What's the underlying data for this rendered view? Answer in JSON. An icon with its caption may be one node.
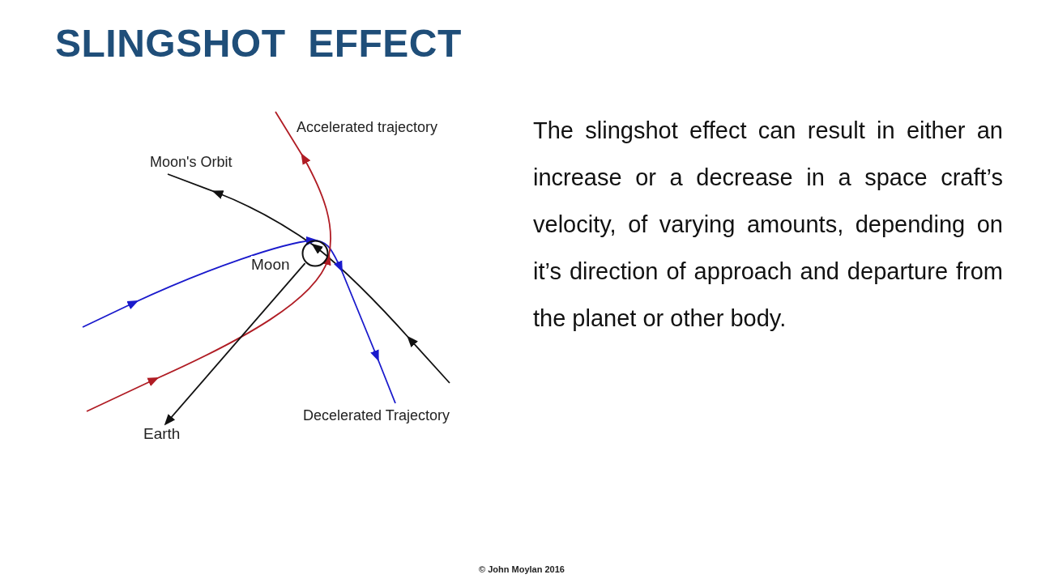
{
  "diagram": {
    "title": "SLINGSHOT  EFFECT",
    "nodes": [
      {
        "text": [
          "Moon"
        ]
      },
      {
        "text": [
          "Earth"
        ]
      }
    ],
    "edges": [
      {
        "from": 0,
        "to": 1,
        "arrow": "to"
      }
    ],
    "labels": [
      "Accelerated trajectory",
      "Moon's Orbit",
      "Decelerated Trajectory",
      "The slingshot effect can result in either an increase or a decrease in a space craft’s velocity, of varying amounts, depending on it’s direction of approach and departure from the planet or other body.",
      "© John Moylan 2016"
    ]
  }
}
